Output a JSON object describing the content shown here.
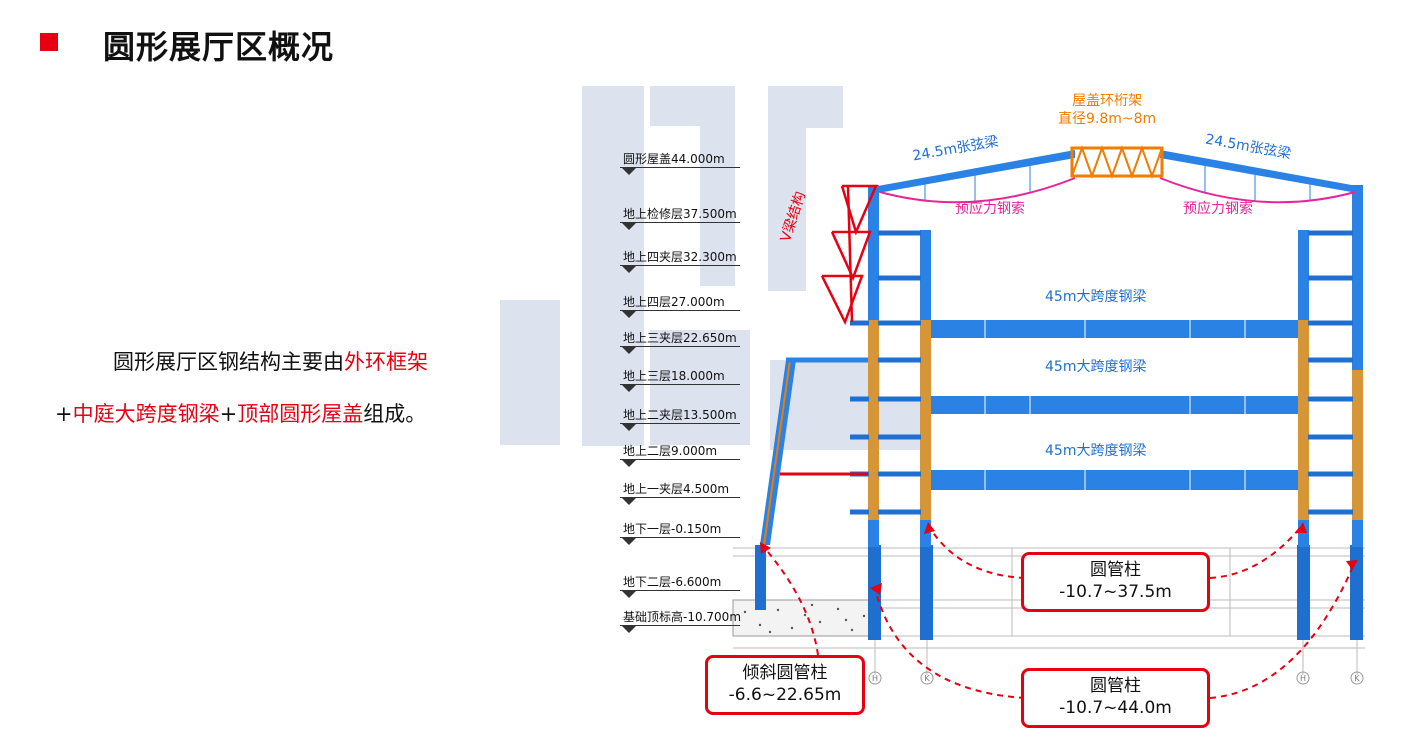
{
  "title": "圆形展厅区概况",
  "description": {
    "part1": "圆形展厅区钢结构主要由",
    "part2": "外环框架",
    "part3": "+",
    "part4": "中庭大跨度钢梁",
    "part5": "+",
    "part6": "顶部圆形屋盖",
    "part7": "组成。"
  },
  "levels": [
    "圆形屋盖44.000m",
    "地上检修层37.500m",
    "地上四夹层32.300m",
    "地上四层27.000m",
    "地上三夹层22.650m",
    "地上三层18.000m",
    "地上二夹层13.500m",
    "地上二层9.000m",
    "地上一夹层4.500m",
    "地下一层-0.150m",
    "地下二层-6.600m",
    "基础顶标高-10.700m"
  ],
  "labels": {
    "roof_truss": "屋盖环桁架",
    "roof_truss_dia": "直径9.8m~8m",
    "string_beam_left": "24.5m张弦梁",
    "string_beam_right": "24.5m张弦梁",
    "prestress_left": "预应力钢索",
    "prestress_right": "预应力钢索",
    "v_beam": "V梁结构",
    "span_beam_1": "45m大跨度钢梁",
    "span_beam_2": "45m大跨度钢梁",
    "span_beam_3": "45m大跨度钢梁"
  },
  "callouts": {
    "tube_a_title": "圆管柱",
    "tube_a_range": "-10.7~37.5m",
    "tube_b_title": "圆管柱",
    "tube_b_range": "-10.7~44.0m",
    "inclined_title": "倾斜圆管柱",
    "inclined_range": "-6.6~22.65m"
  },
  "axis_marks": [
    "H",
    "K",
    "H",
    "K"
  ],
  "colors": {
    "accent_red": "#e60012",
    "steel_blue": "#1f6fd1",
    "orange": "#f07c00",
    "pink": "#e6259b",
    "watermark": "#dde3ee"
  }
}
